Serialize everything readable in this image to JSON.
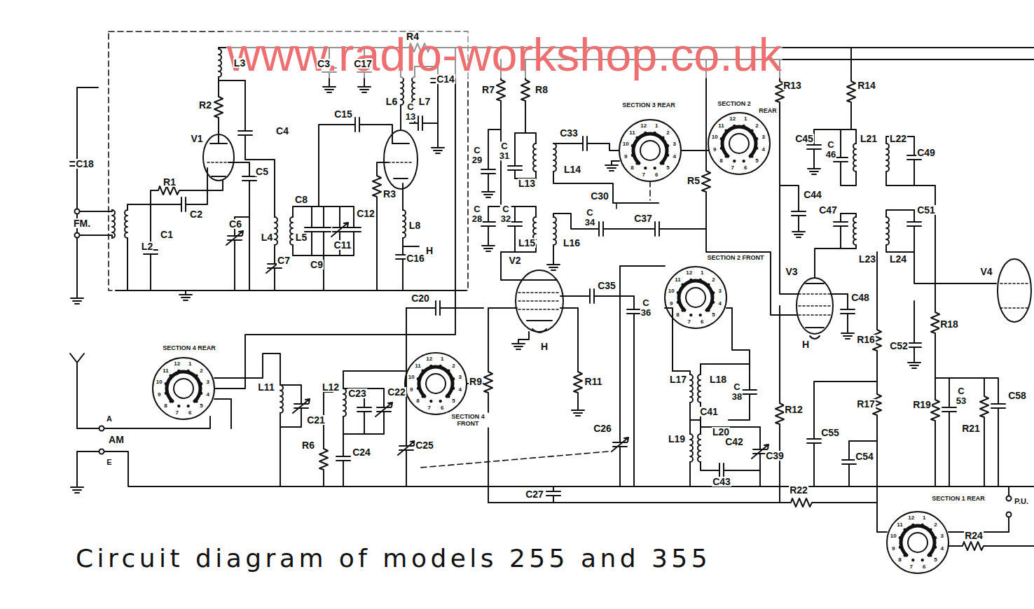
{
  "diagram": {
    "caption": "Circuit diagram of models 255 and 355",
    "labels": [
      "www.radio-workshop.co.uk",
      "C18",
      "FM.",
      "L2",
      "C1",
      "R1",
      "C2",
      "V1",
      "R2",
      "L3",
      "C4",
      "C5",
      "C6",
      "L4",
      "L5",
      "C7",
      "C8",
      "C9",
      "C11",
      "C12",
      "R3",
      "C3",
      "C17",
      "R4",
      "C15",
      "L6",
      "L7",
      "C 13",
      "C14",
      "L8",
      "C16",
      "H",
      "R7",
      "R8",
      "C 29",
      "C 31",
      "C33",
      "L14",
      "L13",
      "C30",
      "C 28",
      "C 32",
      "C 34",
      "C37",
      "L15",
      "L16",
      "V2",
      "C35",
      "C 36",
      "H",
      "C20",
      "R9",
      "R11",
      "SECTION 3 REAR",
      "SECTION 2",
      "REAR",
      "R5",
      "R13",
      "R14",
      "C45",
      "C 46",
      "L21",
      "L22",
      "C49",
      "C44",
      "C47",
      "C51",
      "L23",
      "L24",
      "V3",
      "C48",
      "V4",
      "H",
      "SECTION 2 FRONT",
      "L17",
      "L18",
      "C 38",
      "C41",
      "L20",
      "C42",
      "L19",
      "C39",
      "C43",
      "R12",
      "C55",
      "C54",
      "R16",
      "R17",
      "C52",
      "R18",
      "R19",
      "C 53",
      "R21",
      "C58",
      "C26",
      "C27",
      "R22",
      "P.U.",
      "SECTION 1 REAR",
      "R24",
      "SECTION 4 REAR",
      "SECTION 4 FRONT",
      "L11",
      "C21",
      "L12",
      "C23",
      "C22",
      "R6",
      "C24",
      "C25",
      "A",
      "AM",
      "E",
      "12",
      "1",
      "2",
      "3",
      "4",
      "5",
      "6",
      "7",
      "8",
      "9",
      "10",
      "11",
      "12",
      "1",
      "2",
      "3",
      "4",
      "5",
      "6",
      "7",
      "8",
      "9",
      "10",
      "11",
      "12",
      "1",
      "2",
      "3",
      "4",
      "5",
      "6",
      "7",
      "8",
      "9",
      "10",
      "11",
      "12",
      "1",
      "2",
      "3",
      "4",
      "5",
      "6",
      "7",
      "8",
      "9",
      "10",
      "11",
      "12",
      "1",
      "2",
      "3",
      "4",
      "5",
      "6",
      "7",
      "8",
      "9",
      "10",
      "11",
      "12",
      "1",
      "2",
      "3",
      "4",
      "5",
      "6",
      "7",
      "8",
      "9",
      "10",
      "11"
    ]
  }
}
